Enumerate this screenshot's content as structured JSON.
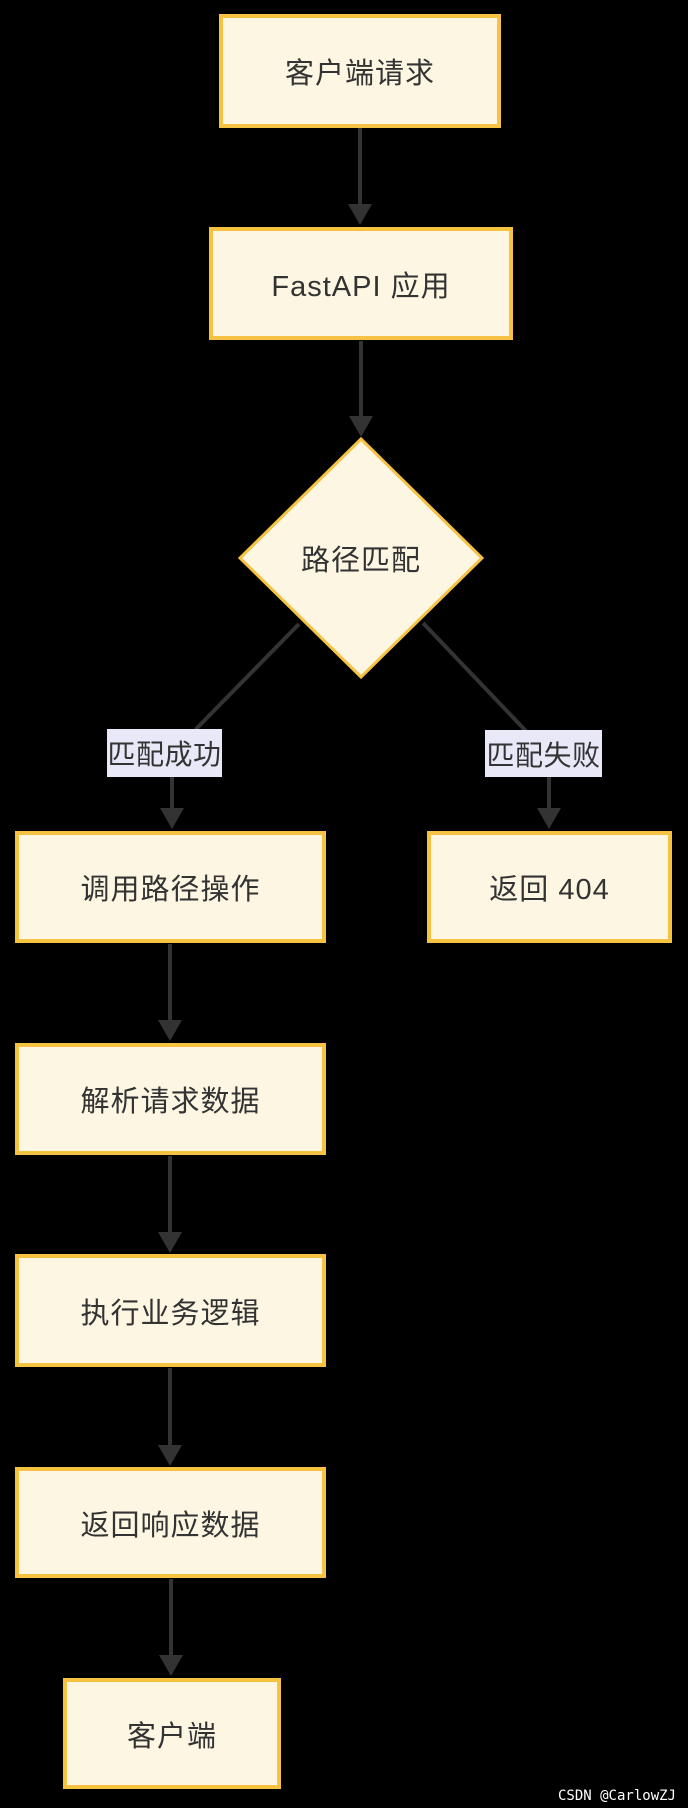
{
  "diagram": {
    "type": "flowchart",
    "direction": "top-down",
    "nodes": [
      {
        "id": "client-request",
        "label": "客户端请求",
        "shape": "rect"
      },
      {
        "id": "fastapi-app",
        "label": "FastAPI 应用",
        "shape": "rect"
      },
      {
        "id": "path-match",
        "label": "路径匹配",
        "shape": "diamond"
      },
      {
        "id": "call-path-operation",
        "label": "调用路径操作",
        "shape": "rect"
      },
      {
        "id": "return-404",
        "label": "返回 404",
        "shape": "rect"
      },
      {
        "id": "parse-request-data",
        "label": "解析请求数据",
        "shape": "rect"
      },
      {
        "id": "execute-business-logic",
        "label": "执行业务逻辑",
        "shape": "rect"
      },
      {
        "id": "return-response-data",
        "label": "返回响应数据",
        "shape": "rect"
      },
      {
        "id": "client",
        "label": "客户端",
        "shape": "rect"
      }
    ],
    "edges": [
      {
        "from": "client-request",
        "to": "fastapi-app",
        "label": ""
      },
      {
        "from": "fastapi-app",
        "to": "path-match",
        "label": ""
      },
      {
        "from": "path-match",
        "to": "call-path-operation",
        "label": "匹配成功"
      },
      {
        "from": "path-match",
        "to": "return-404",
        "label": "匹配失败"
      },
      {
        "from": "call-path-operation",
        "to": "parse-request-data",
        "label": ""
      },
      {
        "from": "parse-request-data",
        "to": "execute-business-logic",
        "label": ""
      },
      {
        "from": "execute-business-logic",
        "to": "return-response-data",
        "label": ""
      },
      {
        "from": "return-response-data",
        "to": "client",
        "label": ""
      }
    ],
    "edge_labels": [
      {
        "id": "match-success",
        "label": "匹配成功"
      },
      {
        "id": "match-fail",
        "label": "匹配失败"
      }
    ],
    "colors": {
      "background": "#000000",
      "node_fill": "#fdf6e3",
      "node_border": "#f5c242",
      "node_text": "#333333",
      "edge_line": "#333333",
      "edge_label_bg": "#e8e8f8",
      "edge_label_text": "#333333"
    }
  },
  "watermark": {
    "text": "CSDN @CarlowZJ",
    "color": "#ffffff"
  }
}
